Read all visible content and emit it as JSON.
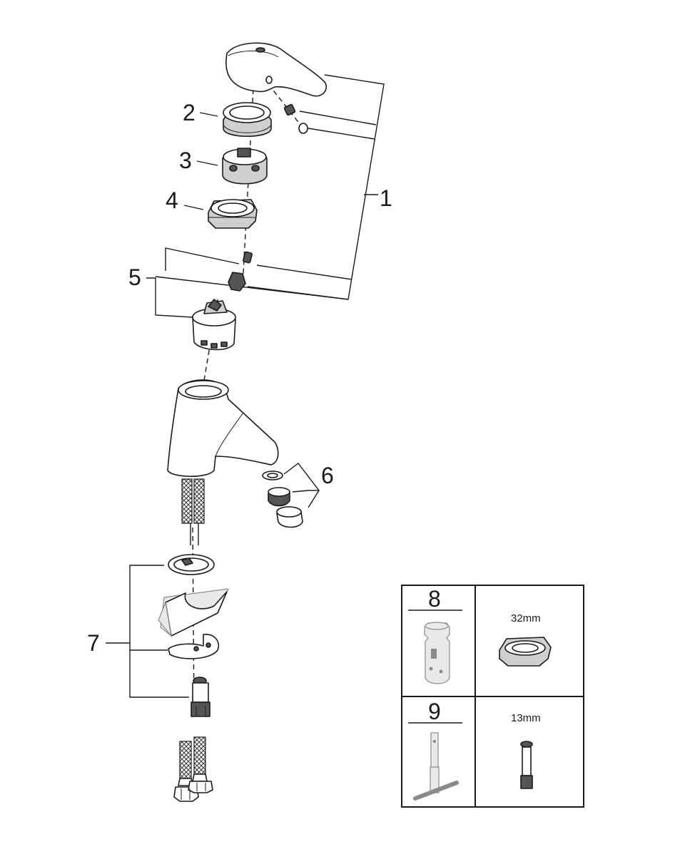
{
  "callouts": {
    "c1": "1",
    "c2": "2",
    "c3": "3",
    "c4": "4",
    "c5": "5",
    "c6": "6",
    "c7": "7"
  },
  "tools_table": {
    "rows": [
      {
        "number": "8",
        "size": "32mm"
      },
      {
        "number": "9",
        "size": "13mm"
      }
    ]
  }
}
